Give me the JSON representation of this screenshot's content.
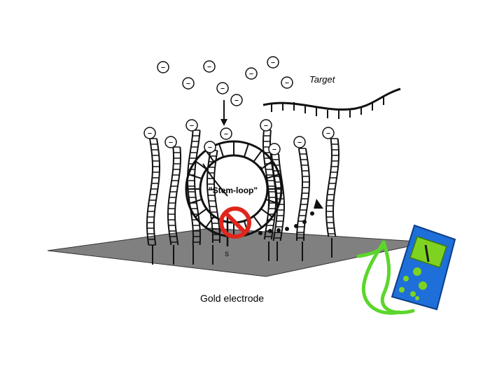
{
  "labels": {
    "target": "Target",
    "stem_loop": "\"Stem-loop\"",
    "sulfur": "S",
    "electrode": "Gold electrode"
  },
  "ion_symbol": "–",
  "icons": {
    "prohibited": "prohibition-icon",
    "meter": "multimeter-icon"
  },
  "colors": {
    "electrode": "#808080",
    "meter_body": "#1e6fd9",
    "meter_screen": "#7ed321",
    "wire": "#5cd62c",
    "prohibit": "#e0261c"
  }
}
